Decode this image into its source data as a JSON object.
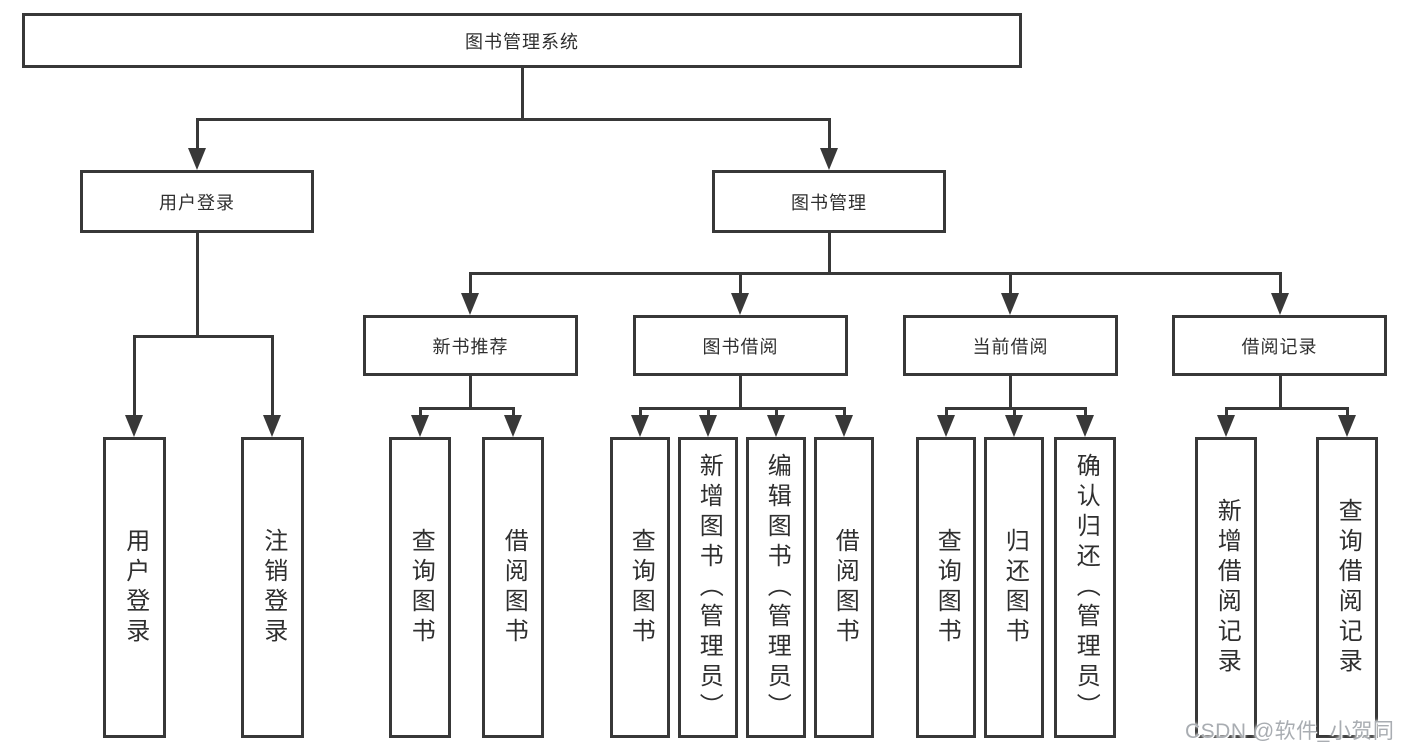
{
  "root": {
    "label": "图书管理系统"
  },
  "branches": {
    "user_login": {
      "label": "用户登录",
      "leaves": [
        {
          "label": "用户登录"
        },
        {
          "label": "注销登录"
        }
      ]
    },
    "book_mgmt": {
      "label": "图书管理"
    }
  },
  "sections": [
    {
      "label": "新书推荐",
      "leaves": [
        {
          "label": "查询图书"
        },
        {
          "label": "借阅图书"
        }
      ]
    },
    {
      "label": "图书借阅",
      "leaves": [
        {
          "label": "查询图书"
        },
        {
          "label": "新增图书（管理员）"
        },
        {
          "label": "编辑图书（管理员）"
        },
        {
          "label": "借阅图书"
        }
      ]
    },
    {
      "label": "当前借阅",
      "leaves": [
        {
          "label": "查询图书"
        },
        {
          "label": "归还图书"
        },
        {
          "label": "确认归还（管理员）"
        }
      ]
    },
    {
      "label": "借阅记录",
      "leaves": [
        {
          "label": "新增借阅记录"
        },
        {
          "label": "查询借阅记录"
        }
      ]
    }
  ],
  "watermark": {
    "text": "CSDN @软件_小贺同学"
  },
  "colors": {
    "line": "#383838",
    "box_background": "#ffffff",
    "text": "#2f2f2f",
    "watermark": "#a9adb2"
  }
}
